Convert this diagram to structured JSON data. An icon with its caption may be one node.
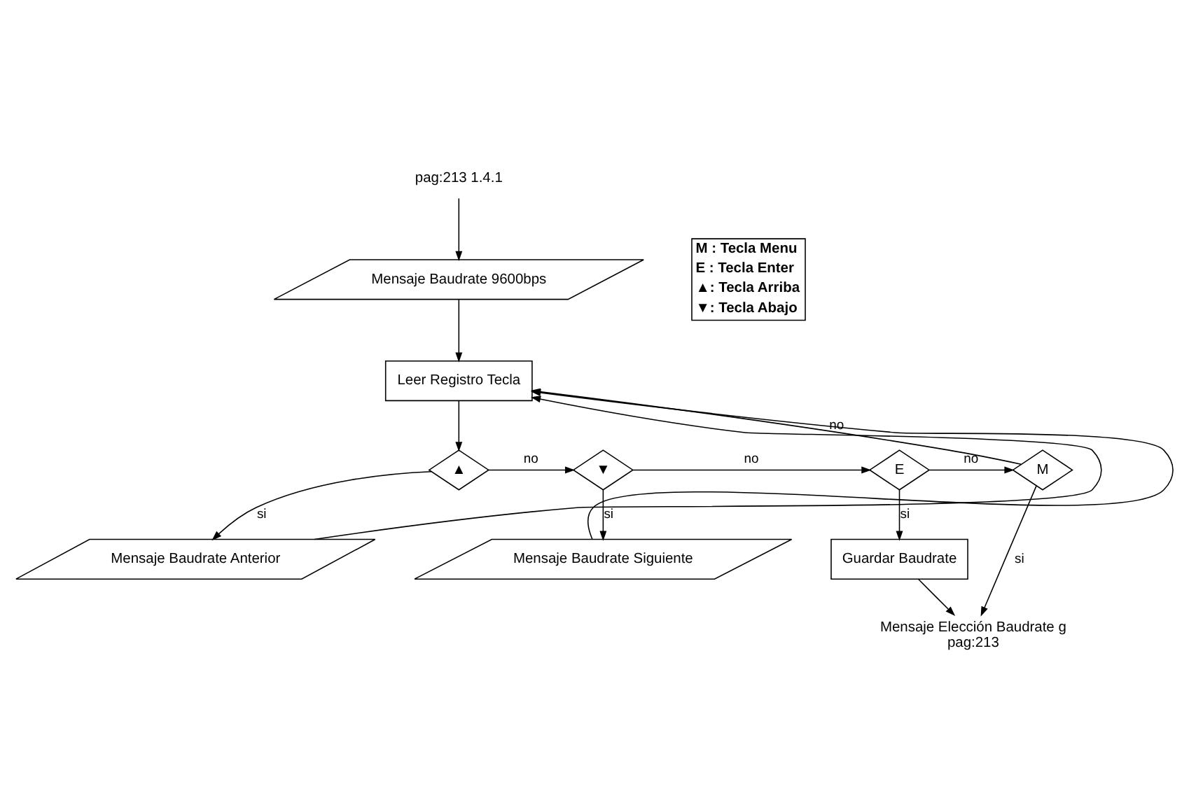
{
  "diagram": {
    "nodes": [
      {
        "text": [
          "pag:213 1.4.1"
        ]
      },
      {
        "text": [
          "Mensaje Baudrate 9600bps"
        ]
      },
      {
        "text": [
          "Leer Registro Tecla"
        ]
      },
      {
        "text": [
          "▲"
        ]
      },
      {
        "text": [
          "▼"
        ]
      },
      {
        "text": [
          "Mensaje Baudrate Anterior"
        ]
      },
      {
        "text": [
          "Mensaje Baudrate Siguiente"
        ]
      },
      {
        "text": [
          "E"
        ]
      },
      {
        "text": [
          "Guardar Baudrate"
        ]
      },
      {
        "text": [
          "M"
        ]
      },
      {
        "text": [
          "Mensaje Elección Baudrate g",
          "pag:213"
        ]
      }
    ],
    "edges": [
      {
        "from": 0,
        "to": 1,
        "arrow": "to"
      },
      {
        "from": 1,
        "to": 2,
        "arrow": "to"
      },
      {
        "from": 2,
        "to": 3,
        "arrow": "to"
      },
      {
        "from": 3,
        "to": 5,
        "arrow": "to",
        "label": "si"
      },
      {
        "from": 3,
        "to": 4,
        "arrow": "to",
        "label": "no"
      },
      {
        "from": 4,
        "to": 6,
        "arrow": "to",
        "label": "si"
      },
      {
        "from": 4,
        "to": 7,
        "arrow": "to",
        "label": "no"
      },
      {
        "from": 7,
        "to": 8,
        "arrow": "to",
        "label": "si"
      },
      {
        "from": 7,
        "to": 9,
        "arrow": "to",
        "label": "no"
      },
      {
        "from": 9,
        "to": 2,
        "arrow": "to",
        "label": "no"
      },
      {
        "from": 9,
        "to": 10,
        "arrow": "to",
        "label": "si"
      },
      {
        "from": 5,
        "to": 2,
        "arrow": "to"
      },
      {
        "from": 6,
        "to": 2,
        "arrow": "to"
      },
      {
        "from": 8,
        "to": 10,
        "arrow": "to"
      }
    ],
    "legend": [
      {
        "text": "M : Tecla Menu"
      },
      {
        "text": "E : Tecla Enter"
      },
      {
        "text": "▲: Tecla Arriba"
      },
      {
        "text": "▼: Tecla Abajo"
      }
    ]
  }
}
